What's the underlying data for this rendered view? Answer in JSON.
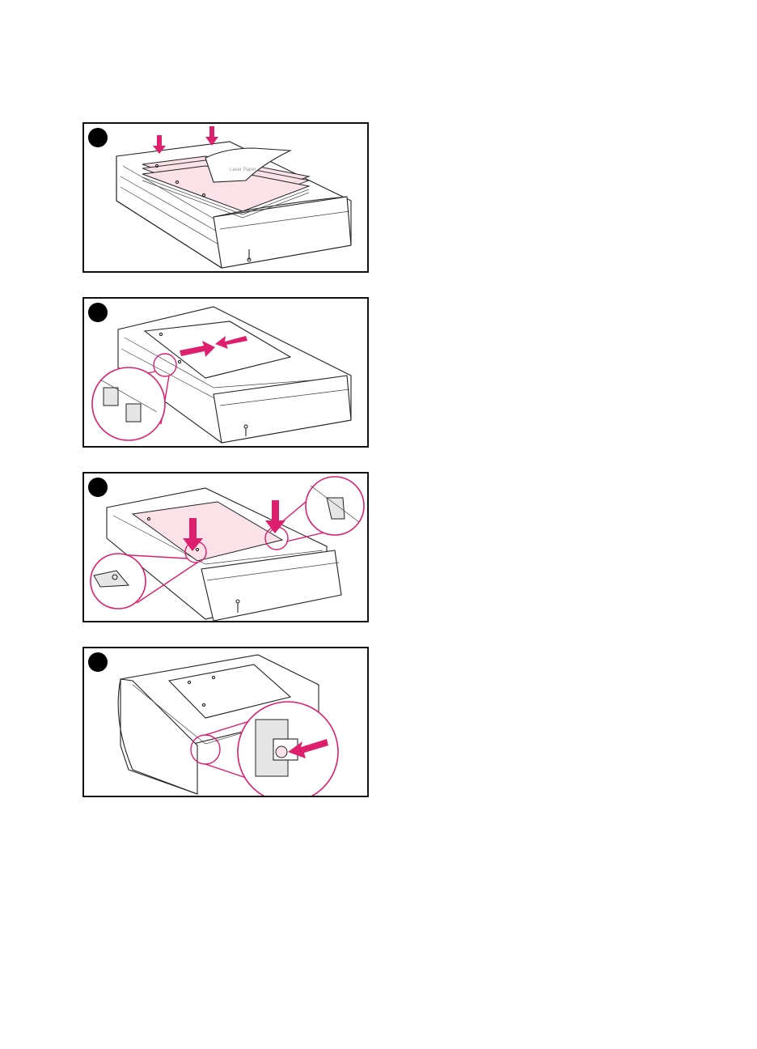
{
  "steps": [
    {
      "name": "load-paper-stack",
      "paper_print": "Laser Paper"
    },
    {
      "name": "adjust-width-guides"
    },
    {
      "name": "press-down-paper-tabs"
    },
    {
      "name": "check-paper-level-indicator"
    }
  ],
  "colors": {
    "accent": "#dd1f6e",
    "paper_tint": "#fbe1e8",
    "outline": "#222222",
    "step_marker": "#000000"
  },
  "icons": [
    "down-arrow-icon",
    "right-arrow-icon",
    "left-arrow-icon",
    "magnifier-callout-icon"
  ]
}
